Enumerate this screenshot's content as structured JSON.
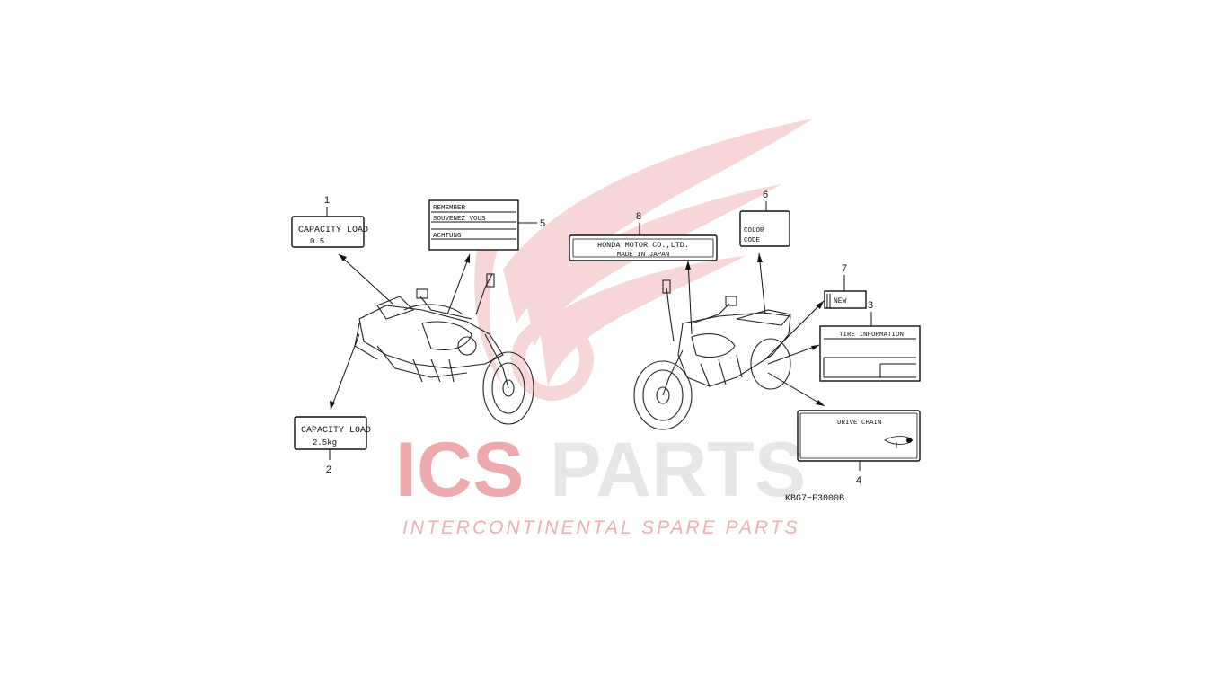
{
  "watermark": {
    "brand_left": "ICS",
    "brand_right": "PARTS",
    "tagline": "INTERCONTINENTAL SPARE PARTS",
    "colors": {
      "red": "#e8a3a6",
      "grey": "#e3e3e3"
    }
  },
  "diagram": {
    "code": "KBG7−F3000B",
    "callouts": [
      {
        "num": "1",
        "lines": [
          "CAPACITY LOAD",
          "0.5"
        ]
      },
      {
        "num": "2",
        "lines": [
          "CAPACITY LOAD",
          "2.5kg"
        ]
      },
      {
        "num": "3",
        "lines": [
          "TIRE  INFORMATION"
        ]
      },
      {
        "num": "4",
        "lines": [
          "DRIVE  CHAIN"
        ]
      },
      {
        "num": "5",
        "lines": [
          "REMEMBER",
          "SOUVENEZ VOUS",
          "ACHTUNG"
        ]
      },
      {
        "num": "6",
        "lines": [
          "COLOR",
          "CODE"
        ]
      },
      {
        "num": "7",
        "lines": [
          "NEW"
        ]
      },
      {
        "num": "8",
        "lines": [
          "HONDA MOTOR CO.,LTD.",
          "MADE IN JAPAN"
        ]
      }
    ]
  }
}
